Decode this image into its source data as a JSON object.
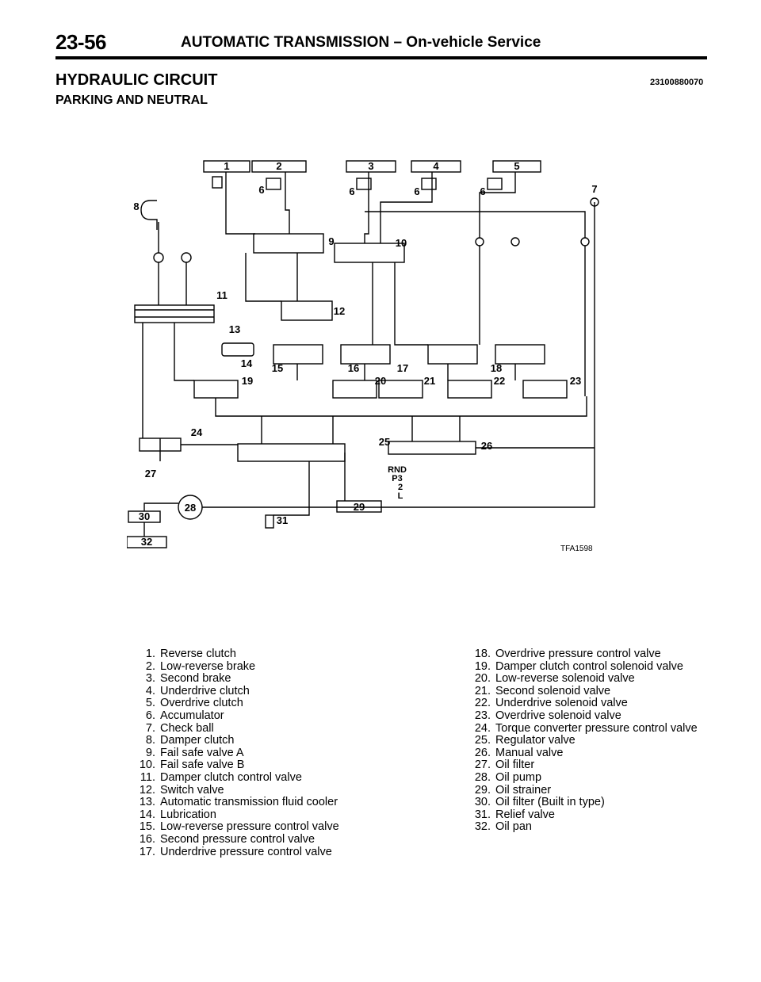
{
  "header": {
    "page_number": "23-56",
    "title": "AUTOMATIC TRANSMISSION – On-vehicle Service"
  },
  "section": {
    "title": "HYDRAULIC CIRCUIT",
    "code": "23100880070",
    "subtitle": "PARKING AND NEUTRAL"
  },
  "figure": {
    "code": "TFA1598",
    "manual_positions": [
      "RND",
      "P3",
      "2",
      "L"
    ]
  },
  "legend_left": [
    {
      "num": "1.",
      "text": "Reverse clutch"
    },
    {
      "num": "2.",
      "text": "Low-reverse brake"
    },
    {
      "num": "3.",
      "text": "Second brake"
    },
    {
      "num": "4.",
      "text": "Underdrive clutch"
    },
    {
      "num": "5.",
      "text": "Overdrive clutch"
    },
    {
      "num": "6.",
      "text": "Accumulator"
    },
    {
      "num": "7.",
      "text": "Check ball"
    },
    {
      "num": "8.",
      "text": "Damper clutch"
    },
    {
      "num": "9.",
      "text": "Fail safe valve A"
    },
    {
      "num": "10.",
      "text": "Fail safe valve B"
    },
    {
      "num": "11.",
      "text": "Damper clutch control valve"
    },
    {
      "num": "12.",
      "text": "Switch valve"
    },
    {
      "num": "13.",
      "text": "Automatic transmission fluid cooler"
    },
    {
      "num": "14.",
      "text": "Lubrication"
    },
    {
      "num": "15.",
      "text": "Low-reverse pressure control valve"
    },
    {
      "num": "16.",
      "text": "Second pressure control valve"
    },
    {
      "num": "17.",
      "text": "Underdrive pressure control valve"
    }
  ],
  "legend_right": [
    {
      "num": "18.",
      "text": "Overdrive pressure control valve"
    },
    {
      "num": "19.",
      "text": "Damper clutch control solenoid valve"
    },
    {
      "num": "20.",
      "text": "Low-reverse solenoid valve"
    },
    {
      "num": "21.",
      "text": "Second solenoid valve"
    },
    {
      "num": "22.",
      "text": "Underdrive solenoid valve"
    },
    {
      "num": "23.",
      "text": "Overdrive solenoid valve"
    },
    {
      "num": "24.",
      "text": "Torque converter pressure control valve"
    },
    {
      "num": "25.",
      "text": "Regulator valve"
    },
    {
      "num": "26.",
      "text": "Manual valve"
    },
    {
      "num": "27.",
      "text": "Oil filter"
    },
    {
      "num": "28.",
      "text": "Oil pump"
    },
    {
      "num": "29.",
      "text": "Oil strainer"
    },
    {
      "num": "30.",
      "text": "Oil filter (Built in type)"
    },
    {
      "num": "31.",
      "text": "Relief valve"
    },
    {
      "num": "32.",
      "text": "Oil pan"
    }
  ]
}
